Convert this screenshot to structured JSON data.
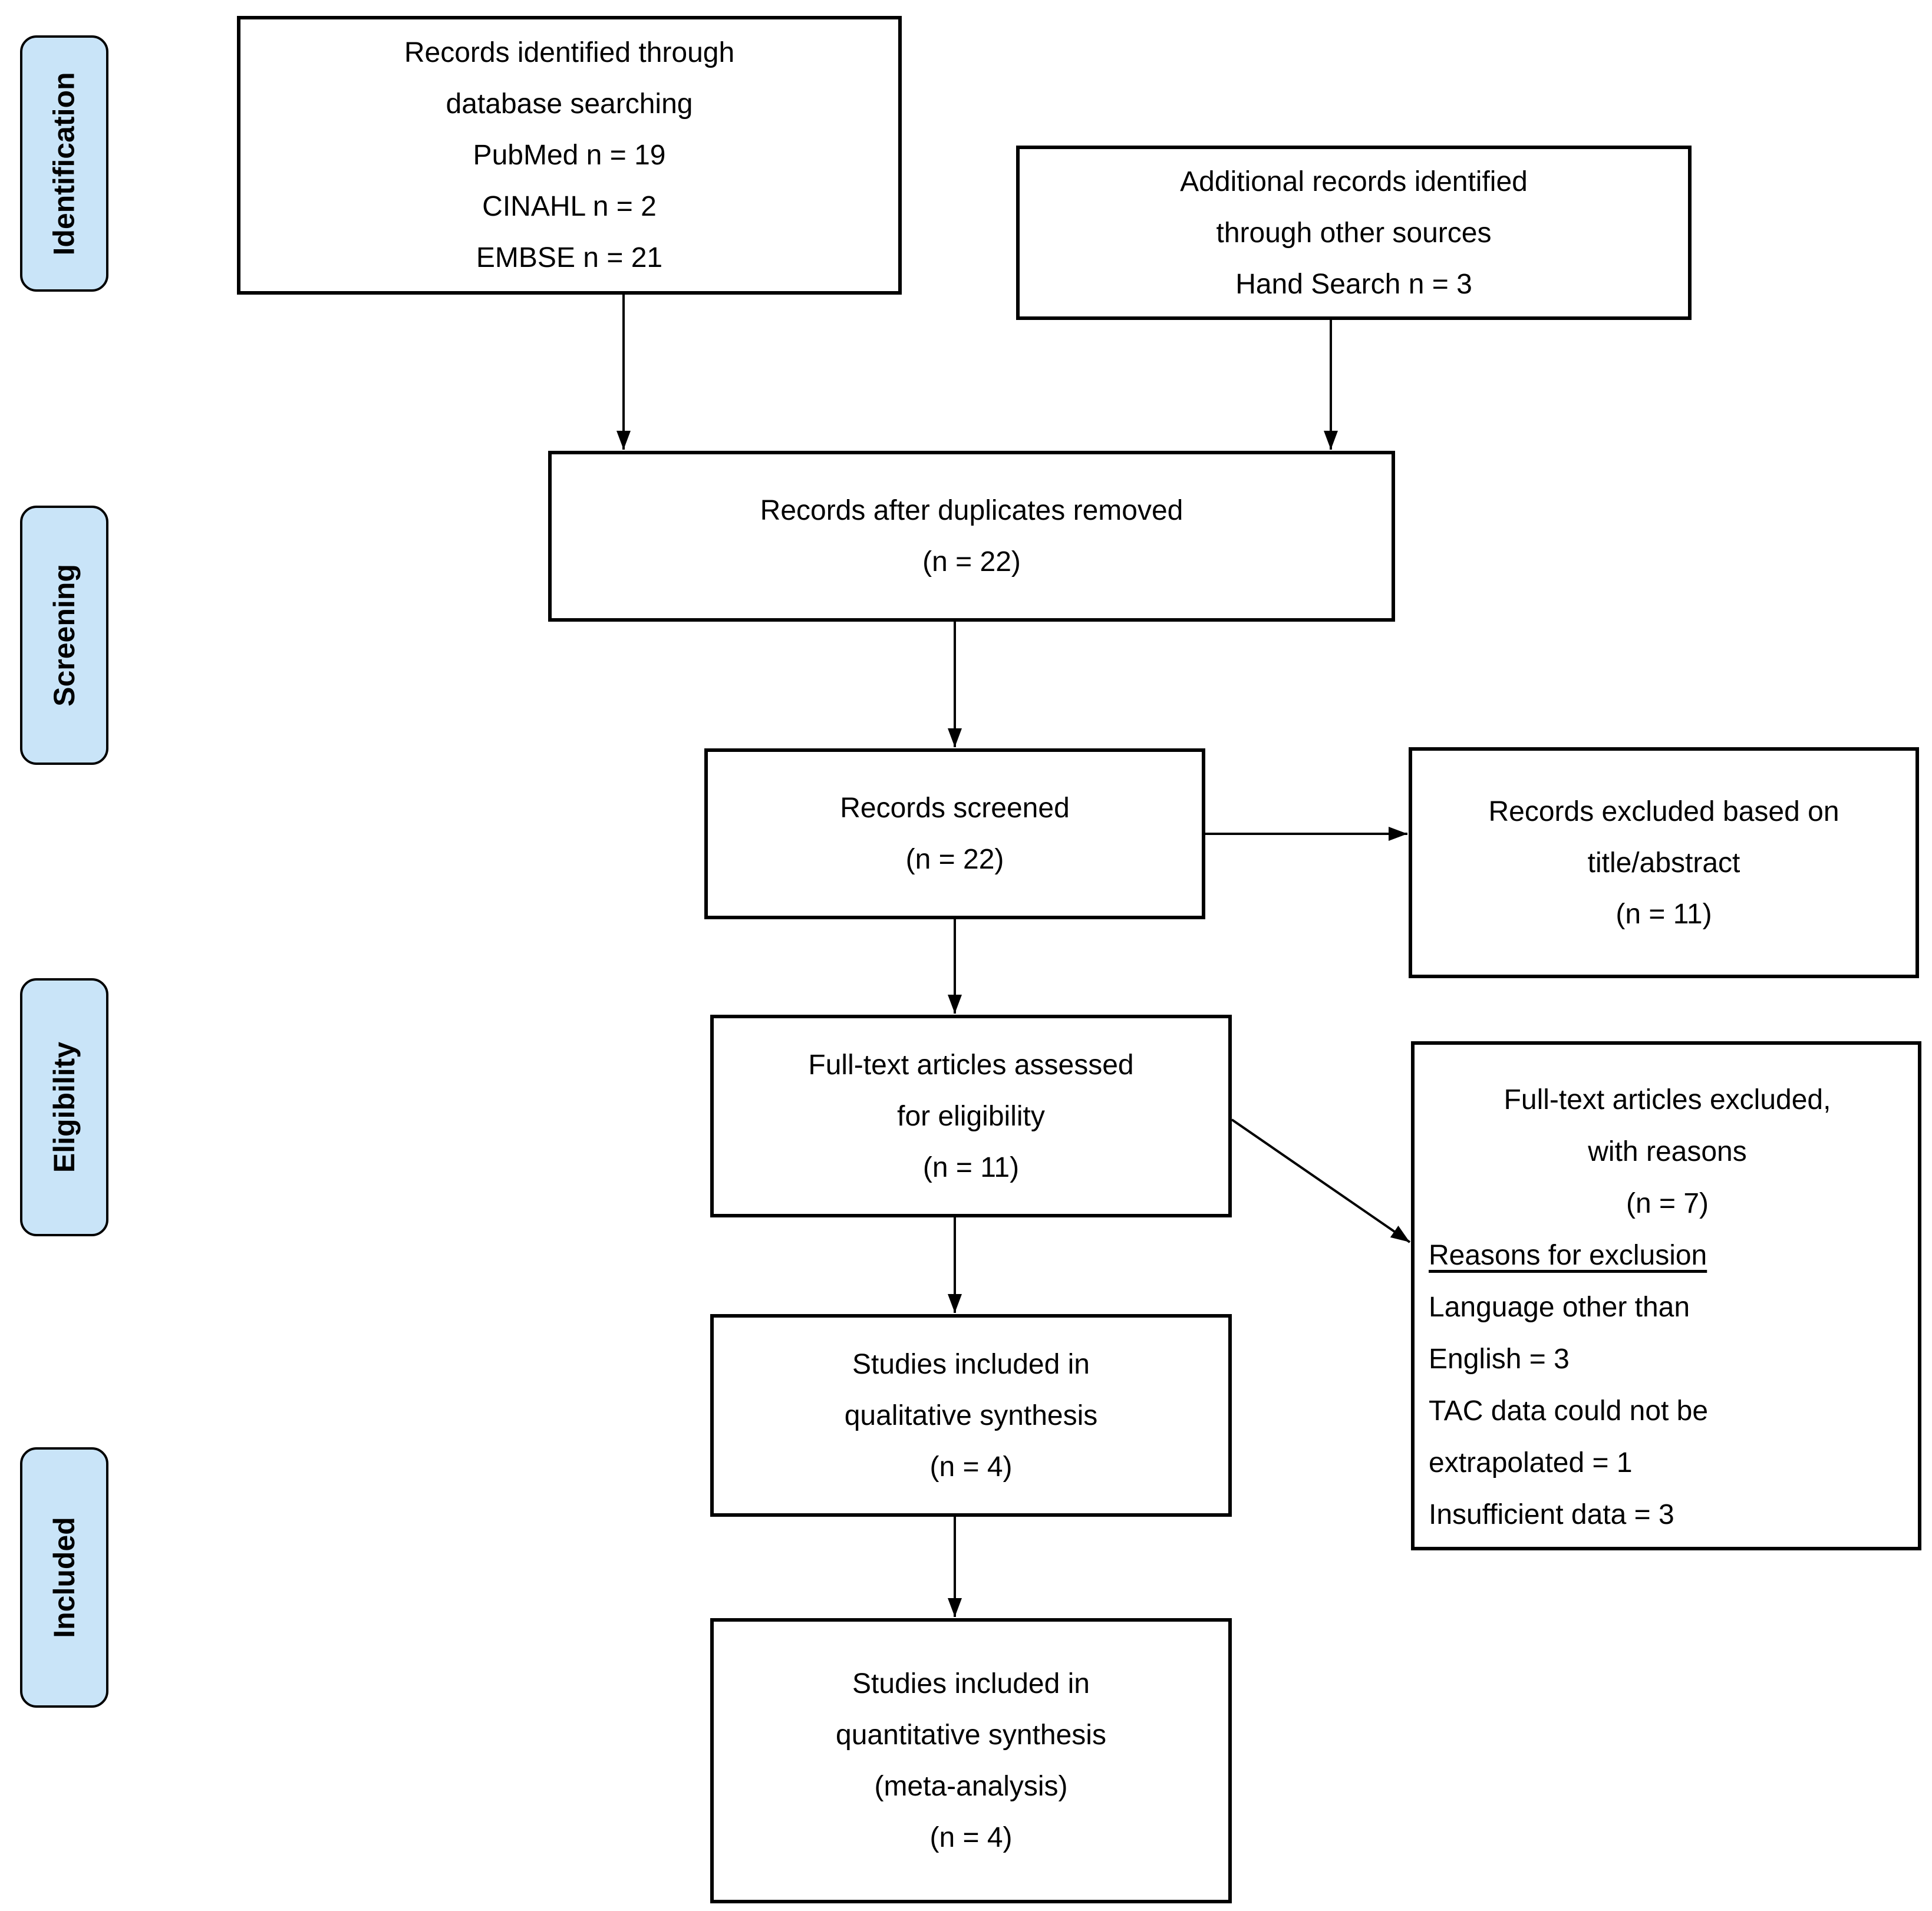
{
  "figure": {
    "kind": "PRISMA flow diagram"
  },
  "stages": [
    {
      "label": "Identification"
    },
    {
      "label": "Screening"
    },
    {
      "label": "Eligibility"
    },
    {
      "label": "Included"
    }
  ],
  "boxes": {
    "database_search": {
      "lines": [
        "Records identified through",
        "database searching",
        "PubMed n = 19",
        "CINAHL n = 2",
        "EMBSE n = 21"
      ]
    },
    "other_sources": {
      "lines": [
        "Additional records identified",
        "through other sources",
        "Hand Search n = 3"
      ]
    },
    "duplicates_removed": {
      "lines": [
        "Records after duplicates removed",
        "(n = 22)"
      ]
    },
    "records_screened": {
      "lines": [
        "Records screened",
        "(n = 22)"
      ]
    },
    "records_excluded": {
      "lines": [
        "Records excluded based on",
        "title/abstract",
        "(n = 11)"
      ]
    },
    "fulltext_assessed": {
      "lines": [
        "Full-text articles assessed",
        "for eligibility",
        "(n = 11)"
      ]
    },
    "fulltext_excluded": {
      "centered_lines": [
        "Full-text articles excluded,",
        "with reasons",
        "(n = 7)"
      ],
      "reasons_heading": "Reasons for exclusion",
      "reason_lines": [
        "Language other than",
        "English = 3",
        "TAC data could not be",
        "extrapolated = 1",
        "Insufficient data = 3"
      ]
    },
    "qualitative_synthesis": {
      "lines": [
        "Studies included in",
        "qualitative synthesis",
        "(n = 4)"
      ]
    },
    "quantitative_synthesis": {
      "lines": [
        "Studies included in",
        "quantitative synthesis",
        "(meta-analysis)",
        "(n = 4)"
      ]
    }
  },
  "colors": {
    "stage_fill": "#c9e4f8",
    "line": "#000000",
    "box_background": "#ffffff"
  }
}
